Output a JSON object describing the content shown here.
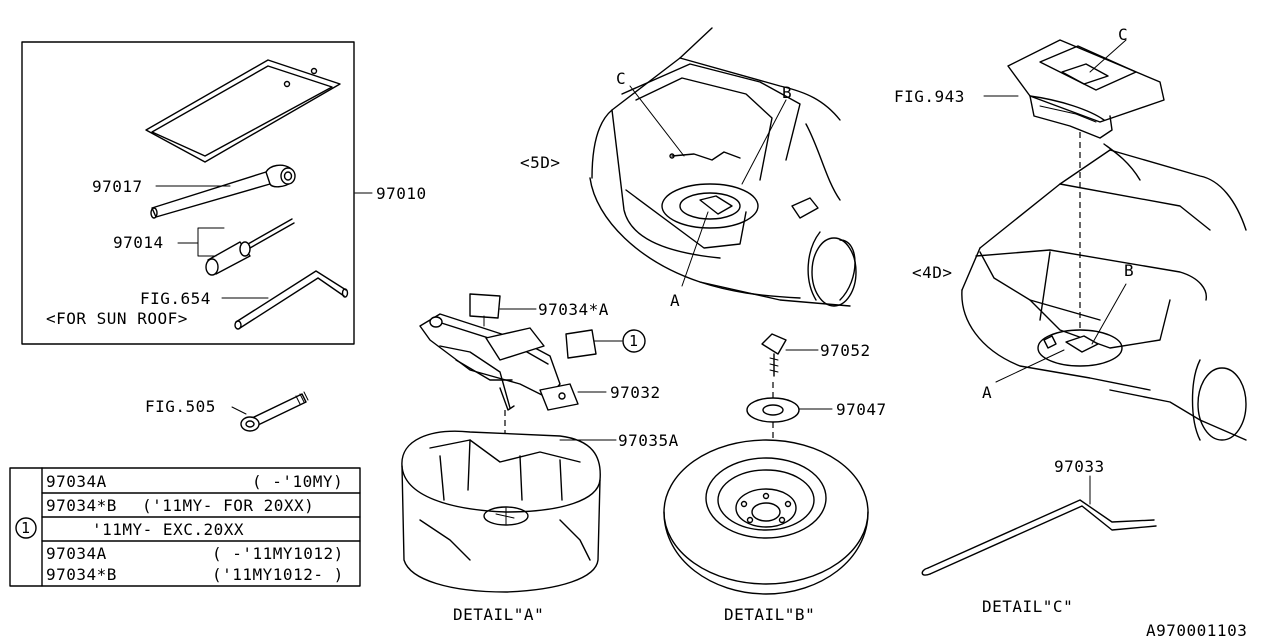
{
  "diagram_id": "A970001103",
  "tool_kit": {
    "box_label": "97010",
    "wrench_label": "97017",
    "driver_label": "97014",
    "roof_tool_label": "FIG.654",
    "roof_tool_note": "<FOR SUN ROOF>"
  },
  "parts": {
    "hook_bolt": "FIG.505",
    "jack_label": "97034*A",
    "note_ref": "1",
    "jack": "97032",
    "jack_tray": "97035A",
    "spare_bolt": "97052",
    "spare_washer": "97047",
    "jack_handle": "97033",
    "tray_lid": "FIG.943"
  },
  "views": {
    "five_door": "<5D>",
    "four_door": "<4D>",
    "callout_a": "A",
    "callout_b": "B",
    "callout_c": "C"
  },
  "details": {
    "a": "DETAIL\"A\"",
    "b": "DETAIL\"B\"",
    "c": "DETAIL\"C\""
  },
  "note_table": {
    "ref": "1",
    "rows": [
      {
        "part": "97034A",
        "applicability": "(  -'10MY)"
      },
      {
        "part": "97034*B",
        "applicability": "('11MY- FOR 20XX)"
      },
      {
        "part": "",
        "applicability": "'11MY- EXC.20XX"
      },
      {
        "part": "97034A",
        "applicability": "( -'11MY1012)"
      },
      {
        "part": "97034*B",
        "applicability": "('11MY1012- )"
      }
    ]
  }
}
